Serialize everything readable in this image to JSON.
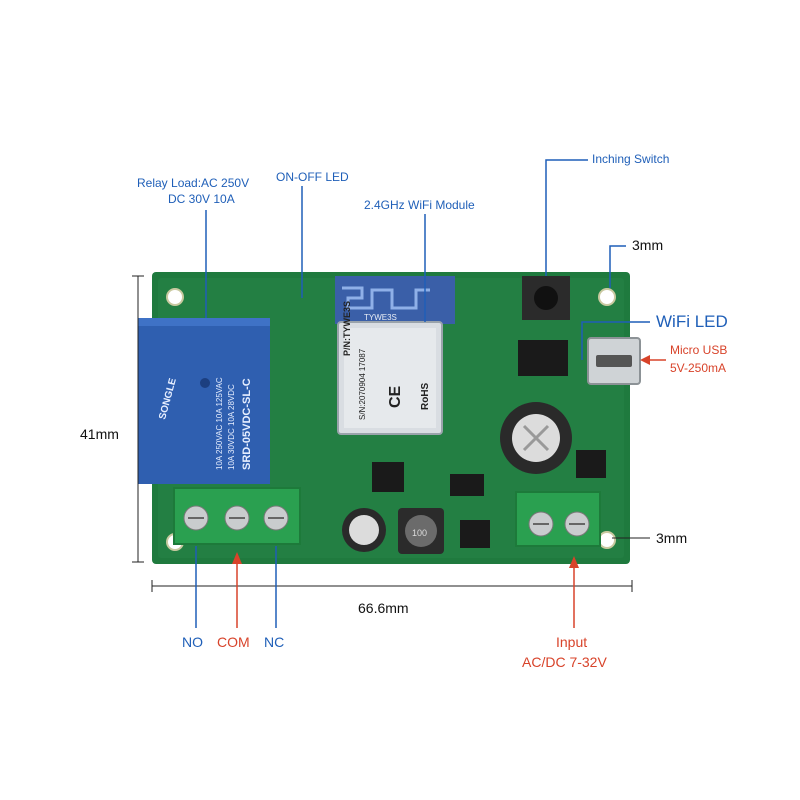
{
  "labels": {
    "relay_load_line1": "Relay Load:AC 250V",
    "relay_load_line2": "DC 30V 10A",
    "on_off_led": "ON-OFF LED",
    "wifi_module": "2.4GHz WiFi Module",
    "inching_switch": "Inching Switch",
    "wifi_led": "WiFi LED",
    "micro_usb_line1": "Micro USB",
    "micro_usb_line2": "5V-250mA",
    "dim_height": "41mm",
    "dim_width": "66.6mm",
    "dim_top_hole": "3mm",
    "dim_bottom_hole": "3mm",
    "no": "NO",
    "com": "COM",
    "nc": "NC",
    "input_line1": "Input",
    "input_line2": "AC/DC 7-32V"
  },
  "board_text": {
    "module_name": "TYWE3S",
    "module_pn": "P/N:TYWE3S",
    "module_sn": "S/N:2070904 17087",
    "ce": "CE",
    "rohs": "RoHS",
    "relay_brand": "SONGLE",
    "relay_model": "SRD-05VDC-SL-C",
    "relay_rating1": "10A 250VAC  10A 125VAC",
    "relay_rating2": "10A 30VDC  10A 28VDC",
    "inductor": "100"
  },
  "colors": {
    "board": "#1f7a3e",
    "relay": "#2f5fb0",
    "terminal": "#2aa050",
    "label_blue": "#1f5fb8",
    "label_red": "#d8432a"
  }
}
